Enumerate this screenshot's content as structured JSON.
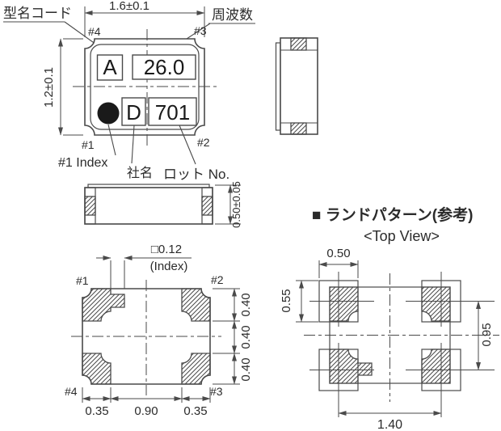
{
  "colors": {
    "line": "#4a4a4a",
    "text": "#2b2b2b",
    "marking": "#1a1a1a",
    "background": "#ffffff"
  },
  "top_view": {
    "callout_model_code": "型名コード",
    "callout_frequency": "周波数",
    "dim_width": "1.6±0.1",
    "dim_height": "1.2±0.1",
    "pads": {
      "p1": "#1",
      "p2": "#2",
      "p3": "#3",
      "p4": "#4"
    },
    "markings": {
      "model_code": "A",
      "frequency": "26.0",
      "company": "D",
      "lot": "701"
    },
    "callout_index": "#1 Index",
    "callout_company": "社名",
    "callout_lot": "ロット No."
  },
  "front_view": {
    "dim_height": "0.50±0.05"
  },
  "bottom_view": {
    "dim_index": "□0.12",
    "dim_index_note": "(Index)",
    "pads": {
      "p1": "#1",
      "p2": "#2",
      "p3": "#3",
      "p4": "#4"
    },
    "dims_bottom": [
      "0.35",
      "0.90",
      "0.35"
    ],
    "dims_right": [
      "0.40",
      "0.40",
      "0.40"
    ]
  },
  "land_pattern": {
    "title": "■ ランドパターン(参考)",
    "subtitle": "<Top View>",
    "dim_pad_width": "0.50",
    "dim_pad_height": "0.55",
    "dim_pitch_vertical": "0.95",
    "dim_pitch_horizontal": "1.40"
  }
}
